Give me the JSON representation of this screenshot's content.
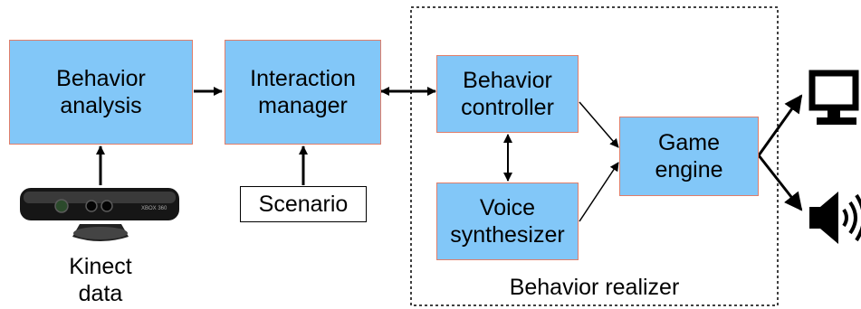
{
  "nodes": {
    "behavior_analysis": [
      "Behavior",
      "analysis"
    ],
    "interaction_manager": [
      "Interaction",
      "manager"
    ],
    "behavior_controller": [
      "Behavior",
      "controller"
    ],
    "voice_synthesizer": [
      "Voice",
      "synthesizer"
    ],
    "game_engine": [
      "Game",
      "engine"
    ],
    "scenario": "Scenario"
  },
  "kinect": {
    "label_lines": [
      "Kinect",
      "data"
    ],
    "device_text": "XBOX 360"
  },
  "group": {
    "label": "Behavior realizer"
  },
  "outputs": {
    "icons": [
      "monitor-icon",
      "speaker-icon"
    ]
  },
  "colors": {
    "box_fill": "#82c7f8",
    "box_border": "#e07e6a"
  }
}
